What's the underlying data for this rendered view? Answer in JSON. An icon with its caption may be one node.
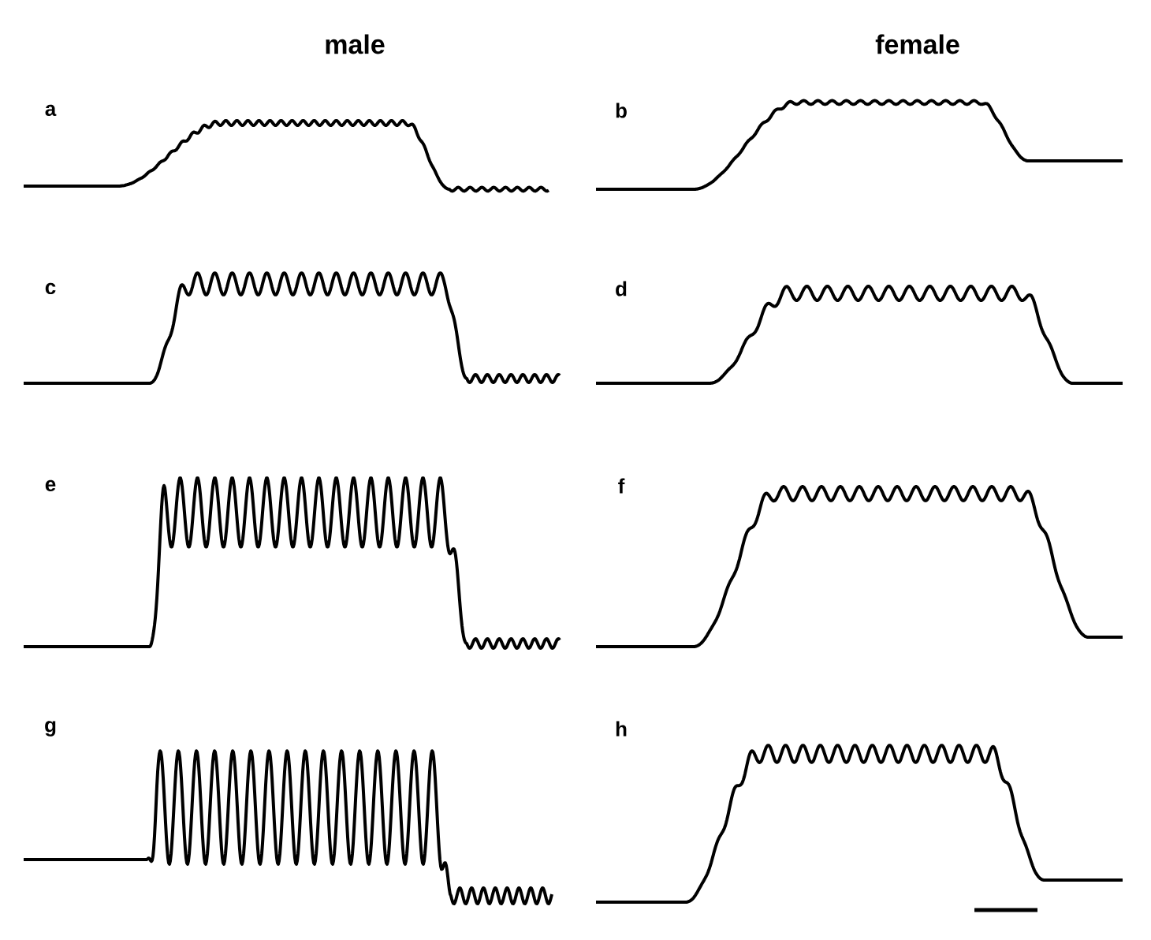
{
  "diagram": {
    "labels": [
      "male",
      "female",
      "a",
      "b",
      "c",
      "d",
      "e",
      "f",
      "g",
      "h"
    ]
  }
}
